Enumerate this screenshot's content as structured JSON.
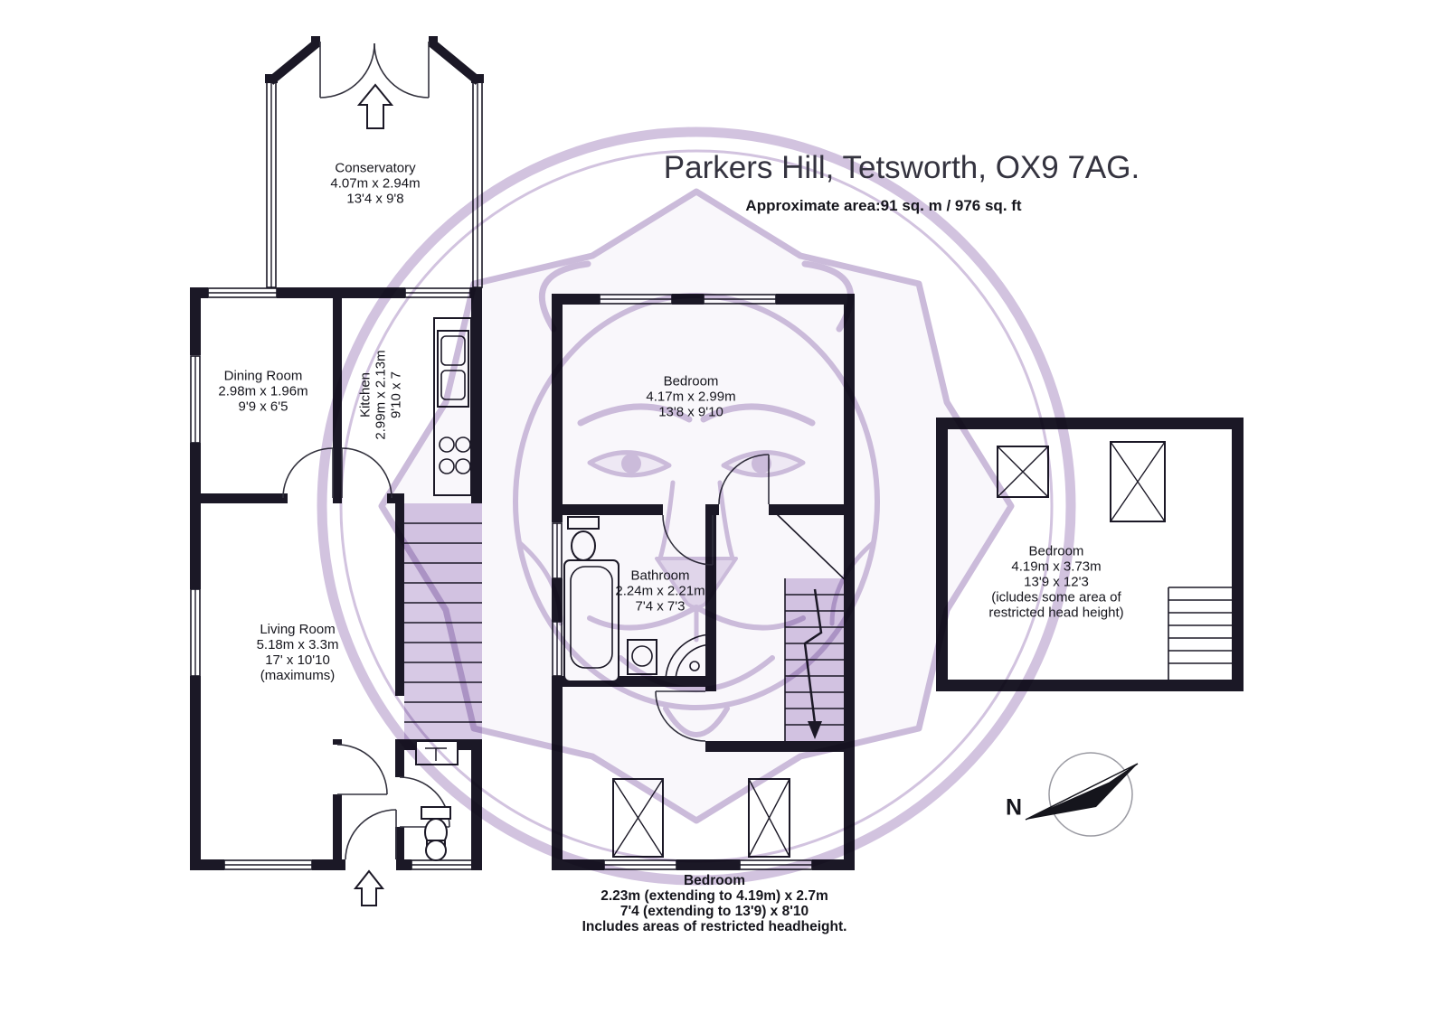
{
  "header": {
    "title": "Parkers Hill, Tetsworth, OX9 7AG.",
    "area": "Approximate area:91 sq. m  / 976 sq. ft"
  },
  "rooms": {
    "conservatory": {
      "name": "Conservatory",
      "metric": "4.07m x 2.94m",
      "imperial": "13'4 x 9'8"
    },
    "dining_room": {
      "name": "Dining Room",
      "metric": "2.98m x 1.96m",
      "imperial": "9'9 x 6'5"
    },
    "kitchen": {
      "name": "Kitchen",
      "metric": "2.99m x 2.13m",
      "imperial": "9'10 x 7"
    },
    "living_room": {
      "name": "Living Room",
      "metric": "5.18m x 3.3m",
      "imperial": "17' x 10'10",
      "note": "(maximums)"
    },
    "bedroom_1": {
      "name": "Bedroom",
      "metric": "4.17m x 2.99m",
      "imperial": "13'8 x 9'10"
    },
    "bathroom": {
      "name": "Bathroom",
      "metric": "2.24m x 2.21m",
      "imperial": "7'4 x 7'3"
    },
    "bedroom_2": {
      "name": "Bedroom",
      "metric": "2.23m (extending to 4.19m) x 2.7m",
      "imperial": "7'4 (extending to 13'9) x 8'10",
      "note": "Includes areas of restricted headheight."
    },
    "bedroom_3": {
      "name": "Bedroom",
      "metric": "4.19m x 3.73m",
      "imperial": "13'9 x 12'3",
      "note_line1": "(icludes some area of",
      "note_line2": "restricted head height)"
    }
  },
  "compass": {
    "north": "N"
  },
  "colors": {
    "wall": "#1b1826",
    "watermark": "#a88dc2",
    "watermark_ring": "#b49bca",
    "stair_fill": "#d7c9e5",
    "title_text": "#34333f"
  }
}
